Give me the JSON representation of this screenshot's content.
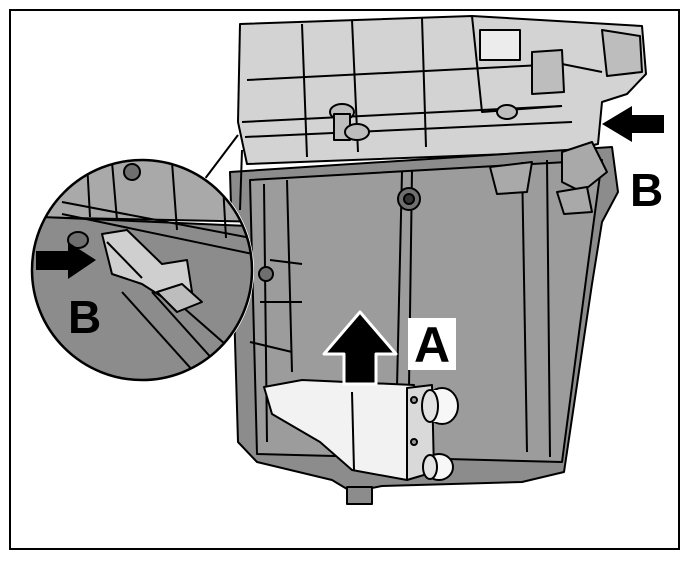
{
  "labels": {
    "a": "A",
    "b_right": "B",
    "b_inset": "B"
  },
  "colors": {
    "housing_dark": "#8c8c8c",
    "housing_mid": "#a9a9a9",
    "housing_light": "#d3d3d3",
    "outline": "#000000",
    "background": "#ffffff"
  },
  "icons": {
    "arrow_a": "arrow-up-icon",
    "arrow_b_right": "arrow-left-icon",
    "arrow_b_inset": "arrow-right-icon"
  }
}
